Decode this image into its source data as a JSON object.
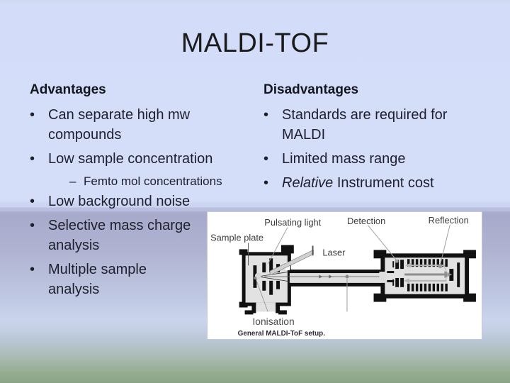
{
  "slide": {
    "title": "MALDI-TOF"
  },
  "columns": {
    "advantages": {
      "heading": "Advantages",
      "bullet_char": "•",
      "dash_char": "–",
      "items": [
        {
          "lines": [
            "Can separate high mw",
            "compounds"
          ]
        },
        {
          "lines": [
            "Low sample concentration"
          ]
        },
        {
          "lines": [
            "Low background noise"
          ]
        },
        {
          "lines": [
            "Selective mass charge",
            "analysis"
          ]
        },
        {
          "lines": [
            "Multiple sample",
            "analysis"
          ]
        }
      ],
      "sub_bullet": "Femto mol concentrations"
    },
    "disadvantages": {
      "heading": "Disadvantages",
      "bullet_char": "•",
      "items": [
        {
          "lines": [
            "Standards are required for",
            "MALDI"
          ]
        },
        {
          "lines": [
            "Limited mass range"
          ]
        }
      ],
      "italic_item": {
        "italic": "Relative",
        "rest": " Instrument cost"
      }
    }
  },
  "diagram": {
    "labels": {
      "sample_plate": "Sample plate",
      "pulsating_light": "Pulsating light",
      "detection": "Detection",
      "reflection": "Reflection",
      "laser": "Laser",
      "ionisation": "Ionisation"
    },
    "caption": "General MALDI-ToF setup."
  },
  "colors": {
    "background_top": "#d4ddfa",
    "background_band": "#a8aacb",
    "background_bottom_green": "#8aa385",
    "title_text": "#1b1b1b",
    "body_text": "#1f1f2e",
    "diagram_background": "#ffffff",
    "diagram_grey_fill": "#e2e2e2",
    "diagram_black": "#111111",
    "diagram_arrow_grey": "#8f8f8f"
  }
}
